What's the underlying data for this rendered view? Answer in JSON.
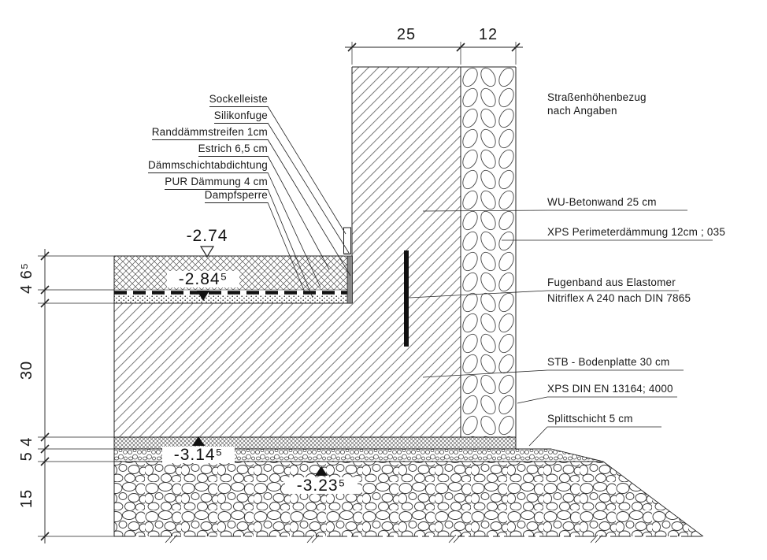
{
  "colors": {
    "ink": "#1a1a1a",
    "paper": "#ffffff"
  },
  "dimensions": {
    "top": {
      "wall_width": "25",
      "insulation_width": "12"
    },
    "left": {
      "floor_layers": "4 6⁵",
      "slab": "30",
      "sub_layers": "5 4",
      "gravel": "15"
    }
  },
  "elevations": {
    "finished_floor": "-2.74",
    "screed_base": "-2.84⁵",
    "slab_underside": "-3.14⁵",
    "gravel_top": "-3.23⁵"
  },
  "callouts_left": [
    {
      "label": "Sockelleiste"
    },
    {
      "label": "Silikonfuge"
    },
    {
      "label": "Randdämmstreifen 1cm"
    },
    {
      "label": "Estrich 6,5 cm"
    },
    {
      "label": "Dämmschichtabdichtung"
    },
    {
      "label": "PUR Dämmung 4 cm"
    },
    {
      "label": "Dampfsperre"
    }
  ],
  "labels_right": {
    "street_reference": {
      "line1": "Straßenhöhenbezug",
      "line2": "nach Angaben"
    },
    "wall": "WU-Betonwand 25 cm",
    "perimeter_insulation": "XPS Perimeterdämmung 12cm ; 035",
    "joint_tape": {
      "line1": "Fugenband aus Elastomer",
      "line2": "Nitriflex A 240 nach DIN 7865"
    },
    "floor_slab": "STB - Bodenplatte 30 cm",
    "xps_spec": "XPS DIN EN 13164; 4000",
    "gravel_layer": "Splittschicht 5 cm"
  }
}
